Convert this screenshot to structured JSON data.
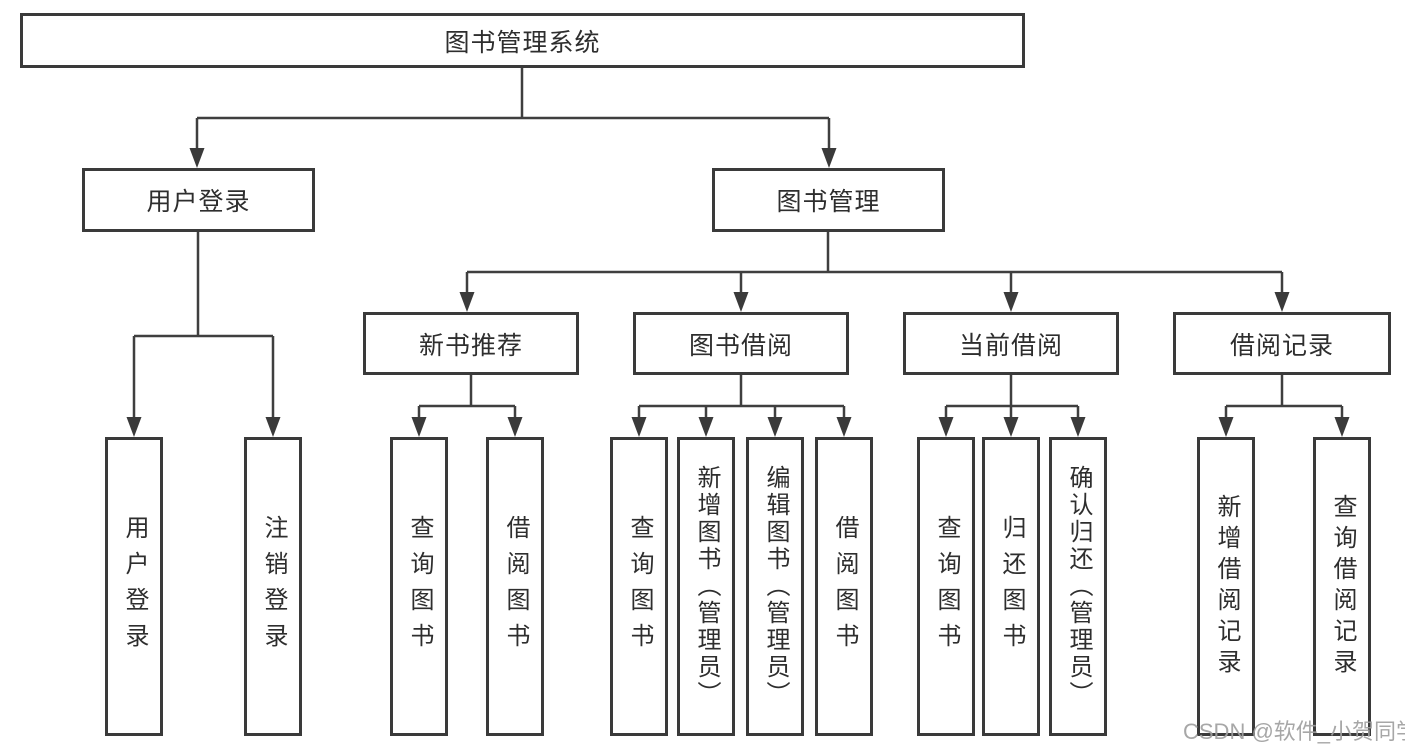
{
  "diagram_title": "图书管理系统",
  "colors": {
    "background": "#ffffff",
    "box_border": "#3a3a3a",
    "connector_line": "#3f3f3f",
    "text": "#2e2e2e",
    "watermark": "#a0a0a0"
  },
  "nodes": {
    "root": {
      "label": "图书管理系统"
    },
    "level2": [
      {
        "label": "用户登录"
      },
      {
        "label": "图书管理"
      }
    ],
    "level3": [
      {
        "label": "新书推荐"
      },
      {
        "label": "图书借阅"
      },
      {
        "label": "当前借阅"
      },
      {
        "label": "借阅记录"
      }
    ],
    "leaves": {
      "login": [
        {
          "label": "用户登录"
        },
        {
          "label": "注销登录"
        }
      ],
      "recommend": [
        {
          "label": "查询图书"
        },
        {
          "label": "借阅图书"
        }
      ],
      "borrow": [
        {
          "label": "查询图书"
        },
        {
          "label": "新增图书（管理员）"
        },
        {
          "label": "编辑图书（管理员）"
        },
        {
          "label": "借阅图书"
        }
      ],
      "current": [
        {
          "label": "查询图书"
        },
        {
          "label": "归还图书"
        },
        {
          "label": "确认归还（管理员）"
        }
      ],
      "records": [
        {
          "label": "新增借阅记录"
        },
        {
          "label": "查询借阅记录"
        }
      ]
    }
  },
  "watermark": {
    "text": "CSDN @软件_小贺同学"
  }
}
